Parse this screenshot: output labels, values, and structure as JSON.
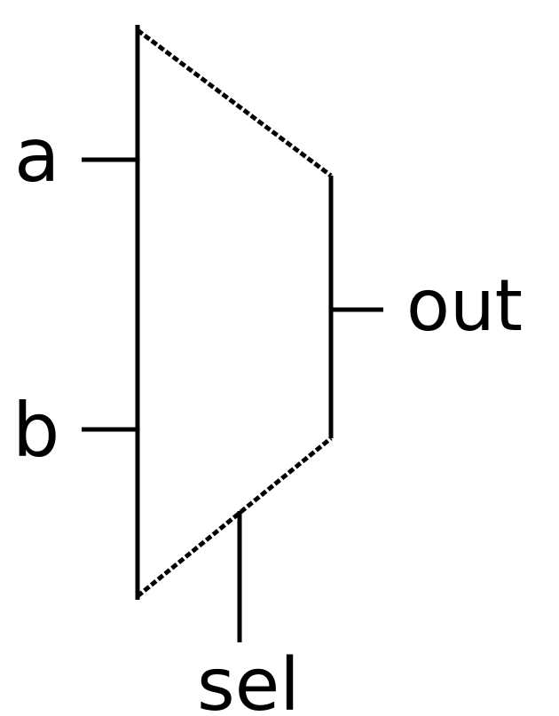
{
  "diagram": {
    "component": "multiplexer",
    "labels": {
      "input_a": "a",
      "input_b": "b",
      "output": "out",
      "select": "sel"
    },
    "colors": {
      "stroke": "#000000",
      "background": "#ffffff"
    }
  }
}
